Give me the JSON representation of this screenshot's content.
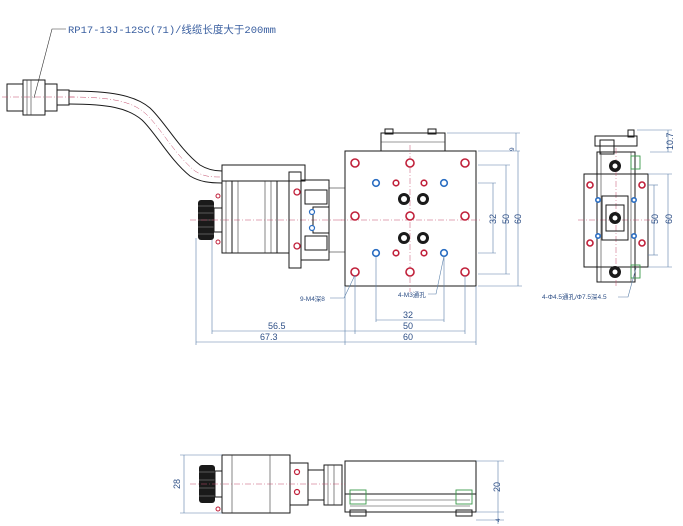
{
  "cable_label": "RP17-13J-12SC(71)/线缆长度大于200mm",
  "front_view": {
    "dim_56_5": "56.5",
    "dim_67_3": "67.3",
    "dim_60_bottom": "60",
    "dim_50_bottom": "50",
    "dim_32_bottom": "32",
    "dim_32_right": "32",
    "dim_50_right": "50",
    "dim_60_right": "60",
    "dim_9": "9",
    "note_9_m4": "9-M4深8",
    "note_4_m3": "4-M3通孔"
  },
  "side_view": {
    "dim_10_7": "10.7",
    "dim_50": "50",
    "dim_60": "60",
    "note_4_holes": "4-Φ4.5通孔/Φ7.5深4.5"
  },
  "bottom_view": {
    "dim_28": "28",
    "dim_20": "20",
    "dim_4": "4"
  },
  "colors": {
    "outline": "#1a1a1a",
    "dimension": "#5a7fa8",
    "dimension_text": "#2e4f86",
    "center_line": "#c24a6a",
    "hole_red": "#c0203a",
    "hole_blue": "#2b6ec2",
    "highlight_green": "#3a9a4a"
  }
}
